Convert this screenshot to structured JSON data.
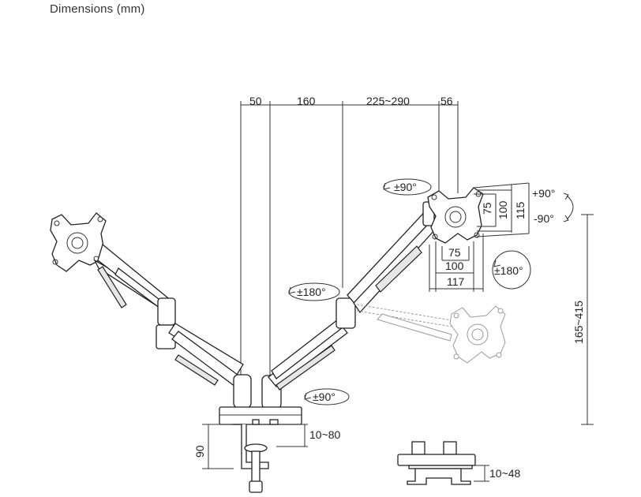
{
  "header": {
    "title": "Dimensions (mm)"
  },
  "top_dimensions": {
    "d1": "50",
    "d2": "160",
    "d3": "225~290",
    "d4": "56"
  },
  "vesa": {
    "v_small": "75",
    "v_large": "100",
    "v_outer": "115",
    "h_small": "75",
    "h_large": "100",
    "h_outer": "117"
  },
  "rotations": {
    "tilt_up": "+90°",
    "tilt_down": "-90°",
    "rotate_top": "±90°",
    "rotate_right": "±180°",
    "rotate_left": "±180°",
    "rotate_bottom": "±90°"
  },
  "heights": {
    "height_range": "165~415",
    "base_height": "90",
    "desk_clamp": "10~80",
    "grommet": "10~48"
  }
}
